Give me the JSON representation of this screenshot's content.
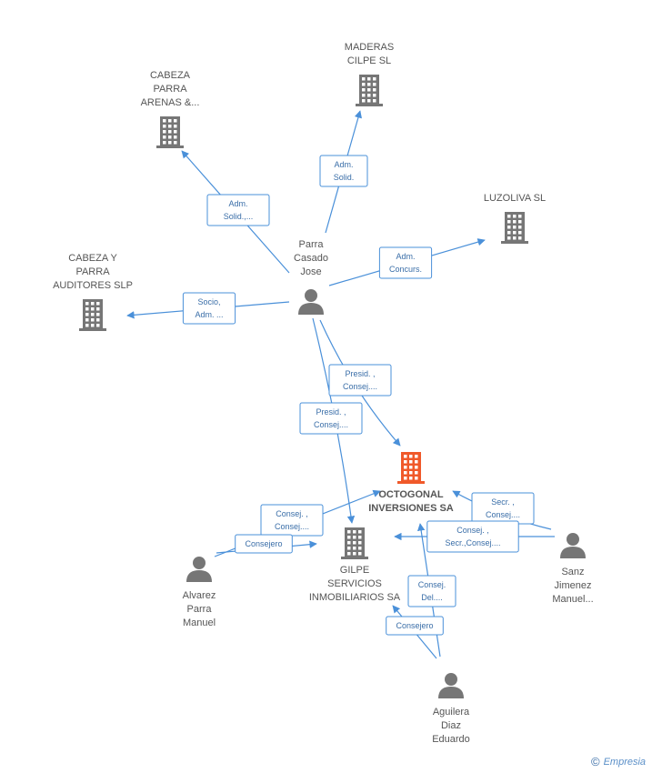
{
  "colors": {
    "edge": "#4a90d9",
    "company": "#767676",
    "company_highlight": "#f0592a",
    "person": "#767676",
    "brand": "#f4a93a"
  },
  "nodes": [
    {
      "id": "parra",
      "type": "person",
      "label": [
        "Parra",
        "Casado",
        "Jose"
      ],
      "icon": "person-icon"
    },
    {
      "id": "octogonal",
      "type": "company",
      "highlight": true,
      "label": [
        "OCTOGONAL",
        "INVERSIONES SA"
      ],
      "icon": "building-icon"
    },
    {
      "id": "maderas",
      "type": "company",
      "label": [
        "MADERAS",
        "CILPE SL"
      ],
      "icon": "building-icon"
    },
    {
      "id": "cabeza_parra_arenas",
      "type": "company",
      "label": [
        "CABEZA",
        "PARRA",
        "ARENAS &..."
      ],
      "icon": "building-icon"
    },
    {
      "id": "luzoliva",
      "type": "company",
      "label": [
        "LUZOLIVA SL"
      ],
      "icon": "building-icon"
    },
    {
      "id": "cabeza_y_parra",
      "type": "company",
      "label": [
        "CABEZA Y",
        "PARRA",
        "AUDITORES SLP"
      ],
      "icon": "building-icon"
    },
    {
      "id": "gilpe",
      "type": "company",
      "label": [
        "GILPE",
        "SERVICIOS",
        "INMOBILIARIOS SA"
      ],
      "icon": "building-icon"
    },
    {
      "id": "alvarez",
      "type": "person",
      "label": [
        "Alvarez",
        "Parra",
        "Manuel"
      ],
      "icon": "person-icon"
    },
    {
      "id": "sanz",
      "type": "person",
      "label": [
        "Sanz",
        "Jimenez",
        "Manuel..."
      ],
      "icon": "person-icon"
    },
    {
      "id": "aguilera",
      "type": "person",
      "label": [
        "Aguilera",
        "Diaz",
        "Eduardo"
      ],
      "icon": "person-icon"
    }
  ],
  "edges": [
    {
      "from": "parra",
      "to": "maderas",
      "label": [
        "Adm.",
        "Solid."
      ]
    },
    {
      "from": "parra",
      "to": "cabeza_parra_arenas",
      "label": [
        "Adm.",
        "Solid.,..."
      ]
    },
    {
      "from": "parra",
      "to": "luzoliva",
      "label": [
        "Adm.",
        "Concurs."
      ]
    },
    {
      "from": "parra",
      "to": "cabeza_y_parra",
      "label": [
        "Socio,",
        "Adm. ..."
      ]
    },
    {
      "from": "parra",
      "to": "octogonal",
      "label": [
        "Presid. ,",
        "Consej...."
      ]
    },
    {
      "from": "parra",
      "to": "gilpe",
      "label": [
        "Presid. ,",
        "Consej...."
      ]
    },
    {
      "from": "alvarez",
      "to": "octogonal",
      "label": [
        "Consej. ,",
        "Consej...."
      ]
    },
    {
      "from": "alvarez",
      "to": "gilpe",
      "label": [
        "Consejero"
      ]
    },
    {
      "from": "sanz",
      "to": "octogonal",
      "label": [
        "Secr. ,",
        "Consej...."
      ]
    },
    {
      "from": "sanz",
      "to": "gilpe",
      "label": [
        "Consej. ,",
        "Secr.,Consej...."
      ]
    },
    {
      "from": "aguilera",
      "to": "octogonal",
      "label": [
        "Consej.",
        "Del...."
      ]
    },
    {
      "from": "aguilera",
      "to": "gilpe",
      "label": [
        "Consejero"
      ]
    }
  ],
  "brand": {
    "copyright": "©",
    "name": "Empresia"
  }
}
